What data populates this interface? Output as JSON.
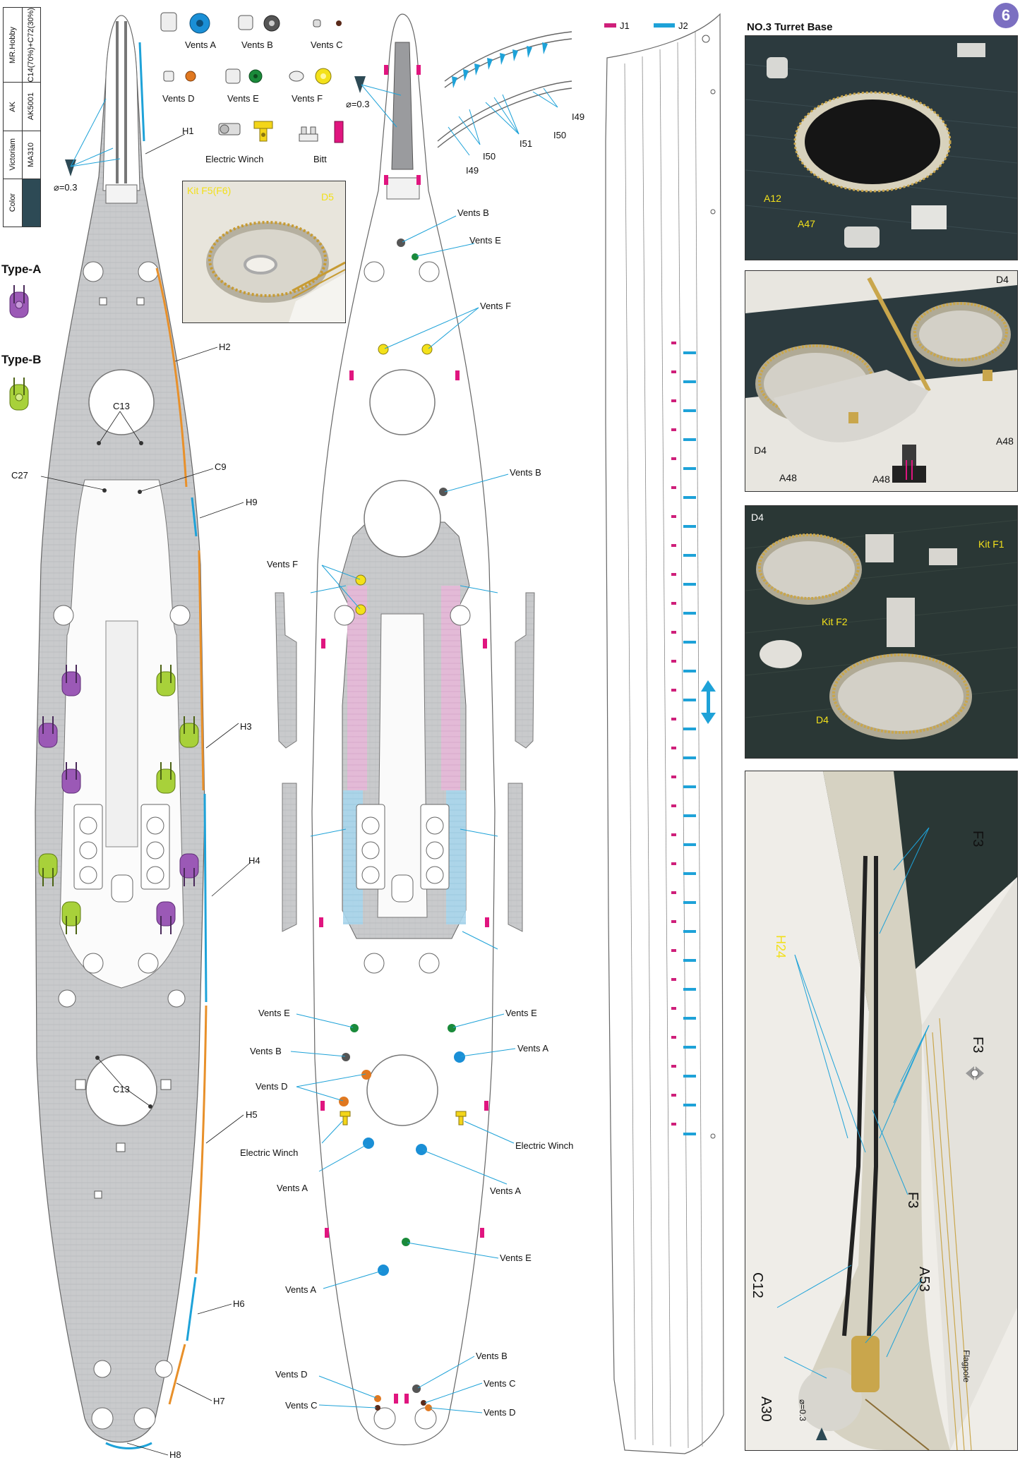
{
  "page": {
    "number": "6"
  },
  "color_table": {
    "rows": [
      {
        "brand": "MR.Hobby",
        "code": "C14(70%)+C72(30%)"
      },
      {
        "brand": "AK",
        "code": "AK5001"
      },
      {
        "brand": "Victoriam",
        "code": "MA310"
      },
      {
        "brand": "Color",
        "code": ""
      }
    ],
    "swatch": "#2d4a55"
  },
  "types": {
    "type_a": "Type-A",
    "type_b": "Type-B",
    "type_a_color": "#9b59b6",
    "type_b_color": "#a8d13a"
  },
  "legend": {
    "vents_a": "Vents A",
    "vents_b": "Vents B",
    "vents_c": "Vents C",
    "vents_d": "Vents D",
    "vents_e": "Vents E",
    "vents_f": "Vents F",
    "electric_winch": "Electric Winch",
    "bitt": "Bitt",
    "diameter": "⌀=0.3",
    "colors": {
      "vents_a": "#1a8fd6",
      "vents_b": "#555555",
      "vents_c": "#5a2a1a",
      "vents_d": "#e07820",
      "vents_e": "#1a8a3a",
      "vents_f": "#f3e11a",
      "bitt": "#e0157f"
    }
  },
  "j_legend": {
    "j1": "J1",
    "j2": "J2",
    "j1_color": "#cf1f7a",
    "j2_color": "#1ea2d8"
  },
  "left_plan": {
    "labels": [
      "H1",
      "H2",
      "H9",
      "H3",
      "H4",
      "H5",
      "H6",
      "H7",
      "H8",
      "C13",
      "C27",
      "C9",
      "C13"
    ],
    "diameter": "⌀=0.3",
    "inset": {
      "kit": "Kit F5(F6)",
      "d5": "D5"
    }
  },
  "middle_plan": {
    "vents_b_top": "Vents B",
    "vents_e_top": "Vents E",
    "vents_f_top": "Vents F",
    "vents_b_mid": "Vents B",
    "vents_f_mid": "Vents F",
    "vents_e_l": "Vents E",
    "vents_e_r": "Vents E",
    "vents_b_l": "Vents B",
    "vents_a_r": "Vents A",
    "vents_d_l": "Vents D",
    "winch_l": "Electric Winch",
    "winch_r": "Electric Winch",
    "vents_a_l": "Vents A",
    "vents_a_r2": "Vents A",
    "vents_e_low": "Vents E",
    "vents_a_low": "Vents A",
    "vents_b_stern": "Vents B",
    "vents_d_stern_l": "Vents D",
    "vents_c_stern_r": "Vents C",
    "vents_c_stern_l": "Vents C",
    "vents_d_stern_r": "Vents D",
    "diameter": "⌀=0.3",
    "rails": {
      "i49a": "I49",
      "i50a": "I50",
      "i51": "I51",
      "i50b": "I50",
      "i49b": "I49"
    }
  },
  "photos": {
    "title": "NO.3 Turret Base",
    "p1": {
      "a12": "A12",
      "a47": "A47"
    },
    "p2": {
      "d4a": "D4",
      "d4b": "D4",
      "a48a": "A48",
      "a48b": "A48",
      "a48c": "A48"
    },
    "p3": {
      "d4a": "D4",
      "kit_f1": "Kit F1",
      "kit_f2": "Kit F2",
      "d4b": "D4"
    },
    "p4": {
      "f3a": "F3",
      "h24": "H24",
      "f3b": "F3",
      "f3c": "F3",
      "c12": "C12",
      "a53": "A53",
      "a30": "A30",
      "diameter": "⌀=0.3",
      "flagpole": "Flagpole"
    }
  }
}
